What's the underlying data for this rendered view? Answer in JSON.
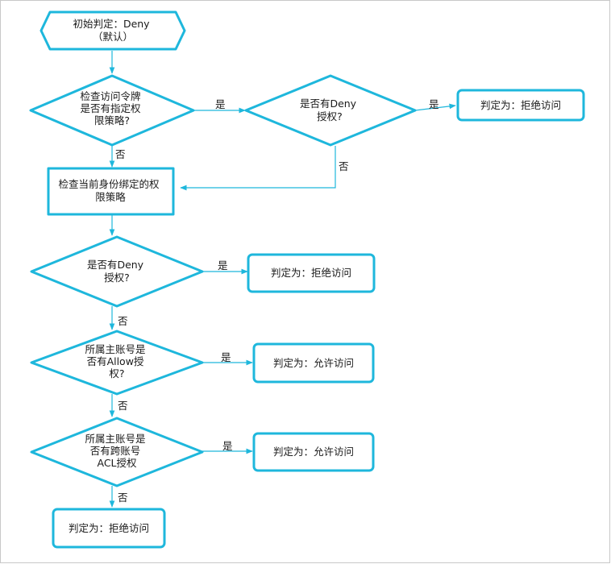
{
  "nodes": {
    "start": [
      "初始判定：Deny",
      "（默认）"
    ],
    "check_token": [
      "检查访问令牌",
      "是否有指定权",
      "限策略?"
    ],
    "token_deny": [
      "是否有Deny",
      "授权?"
    ],
    "reject_1": [
      "判定为：拒绝访问"
    ],
    "check_identity": [
      "检查当前身份绑定的权",
      "限策略"
    ],
    "identity_deny": [
      "是否有Deny",
      "授权?"
    ],
    "reject_2": [
      "判定为：拒绝访问"
    ],
    "owner_allow": [
      "所属主账号是",
      "否有Allow授",
      "权?"
    ],
    "allow_1": [
      "判定为：允许访问"
    ],
    "owner_acl": [
      "所属主账号是",
      "否有跨账号",
      "ACL授权"
    ],
    "allow_2": [
      "判定为：允许访问"
    ],
    "reject_final": [
      "判定为：拒绝访问"
    ]
  },
  "edges": {
    "yes": "是",
    "no": "否"
  },
  "colors": {
    "stroke": "#1eb7dc",
    "text": "#1a1a1a",
    "border": "#c8c8c8"
  }
}
